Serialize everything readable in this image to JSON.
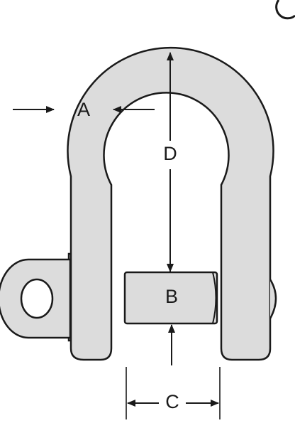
{
  "dimension_labels": {
    "a": "A",
    "b": "B",
    "c": "C",
    "d": "D"
  },
  "colors": {
    "line": "#1a1a1a",
    "fill": "#dcdcdc",
    "background": "#ffffff"
  }
}
